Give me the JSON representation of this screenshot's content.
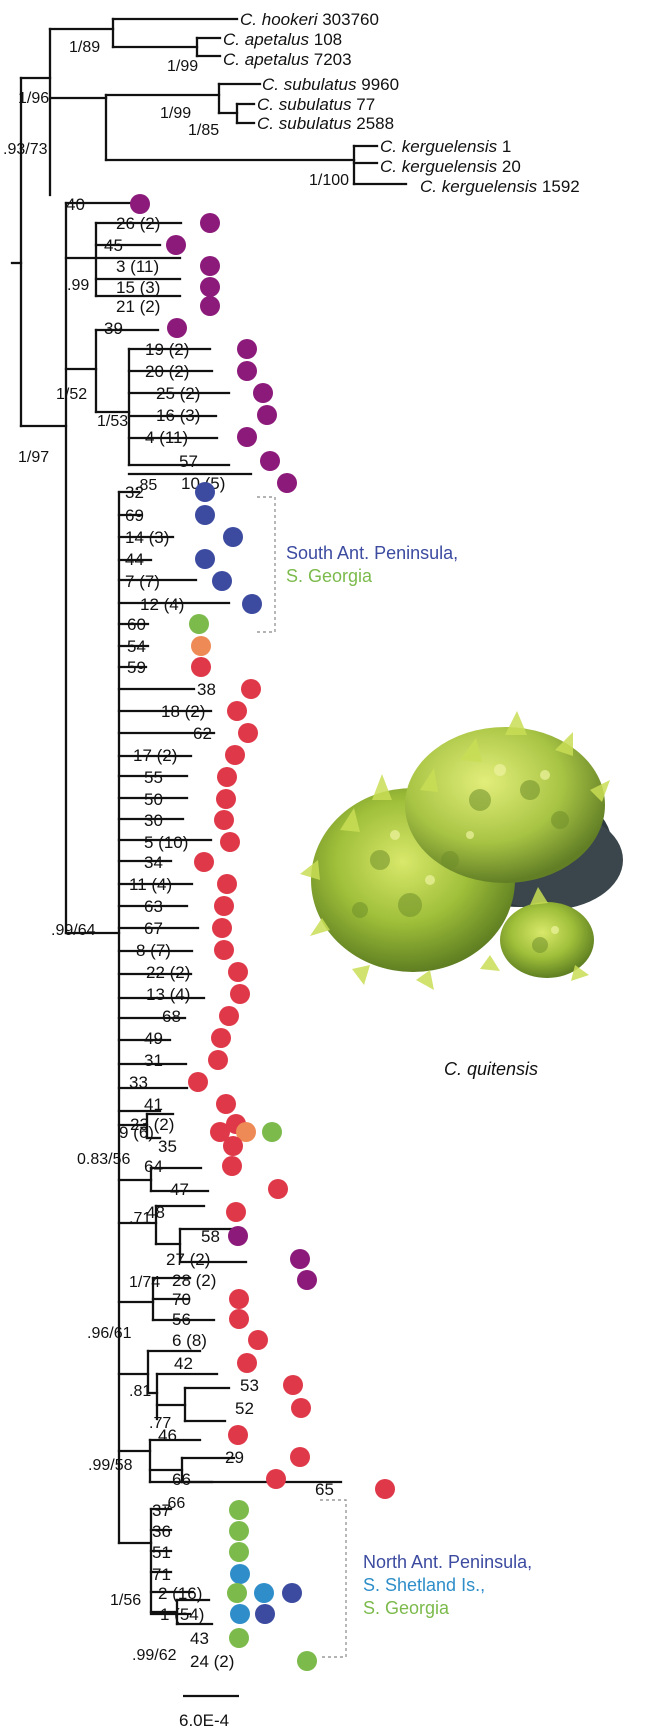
{
  "outgroup_taxa": [
    {
      "genus": "C.",
      "epithet": "hookeri",
      "id": "303760"
    },
    {
      "genus": "C.",
      "epithet": "apetalus",
      "id": "108"
    },
    {
      "genus": "C.",
      "epithet": "apetalus",
      "id": "7203"
    },
    {
      "genus": "C.",
      "epithet": "subulatus",
      "id": "9960"
    },
    {
      "genus": "C.",
      "epithet": "subulatus",
      "id": "77"
    },
    {
      "genus": "C.",
      "epithet": "subulatus",
      "id": "2588"
    },
    {
      "genus": "C.",
      "epithet": "kerguelensis",
      "id": "1"
    },
    {
      "genus": "C.",
      "epithet": "kerguelensis",
      "id": "20"
    },
    {
      "genus": "C.",
      "epithet": "kerguelensis",
      "id": "1592"
    }
  ],
  "haplotype_labels": [
    "40",
    "26 (2)",
    "45",
    "3 (11)",
    "15 (3)",
    "21 (2)",
    "39",
    "19 (2)",
    "20 (2)",
    "25 (2)",
    "16 (3)",
    "4 (11)",
    "57",
    "10 (5)",
    "32",
    "69",
    "14 (3)",
    "44",
    "7 (7)",
    "12 (4)",
    "60",
    "54",
    "59",
    "38",
    "18 (2)",
    "62",
    "17 (2)",
    "55",
    "50",
    "30",
    "5 (10)",
    "34",
    "11 (4)",
    "63",
    "67",
    "8 (7)",
    "22 (2)",
    "13 (4)",
    "68",
    "49",
    "31",
    "33",
    "41",
    "23 (2)",
    "9 (6)",
    "35",
    "64",
    "47",
    "48",
    "58",
    "27 (2)",
    "28 (2)",
    "70",
    "56",
    "6 (8)",
    "42",
    "53",
    "52",
    "46",
    "29",
    "66",
    "65",
    "37",
    "36",
    "51",
    "71",
    "2 (16)",
    "1 (54)",
    "43",
    "24 (2)"
  ],
  "support_values": [
    "1/89",
    "1/99",
    "1/96",
    "1/99",
    "1/85",
    ".93/73",
    "1/100",
    ".99",
    "1/52",
    "1/53",
    "1/97",
    ".85",
    ".99/64",
    "0.83/56",
    ".71",
    "1/74",
    ".96/61",
    ".81",
    ".77",
    ".99/58",
    ".66",
    "1/56",
    ".99/62"
  ],
  "legend": {
    "south_line1": "South Ant. Peninsula,",
    "south_line2": "S. Georgia",
    "north_line1": "North Ant. Peninsula,",
    "north_line2": "S. Shetland Is.,",
    "north_line3": "S. Georgia"
  },
  "photo_caption": "C. quitensis",
  "scale_bar_label": "6.0E-4",
  "region_colors": {
    "purple": "#8b1a7a",
    "dark_blue": "#3c4ba0",
    "green": "#7cba4c",
    "orange": "#ee8a55",
    "red": "#df3949",
    "light_blue": "#2f8ec9"
  },
  "legend_colors": {
    "south_line1": "#3c4ba0",
    "south_line2": "#7cba4c",
    "north_line1": "#3c4ba0",
    "north_line2": "#2f8ec9",
    "north_line3": "#7cba4c"
  },
  "leaf_dots": [
    [
      "purple"
    ],
    [
      "purple"
    ],
    [
      "purple"
    ],
    [
      "purple"
    ],
    [
      "purple"
    ],
    [
      "purple"
    ],
    [
      "purple"
    ],
    [
      "purple"
    ],
    [
      "purple"
    ],
    [
      "purple"
    ],
    [
      "purple"
    ],
    [
      "purple"
    ],
    [
      "purple"
    ],
    [
      "purple"
    ],
    [
      "dark_blue"
    ],
    [
      "dark_blue"
    ],
    [
      "dark_blue"
    ],
    [
      "dark_blue"
    ],
    [
      "dark_blue"
    ],
    [
      "dark_blue"
    ],
    [
      "green"
    ],
    [
      "orange"
    ],
    [
      "red"
    ],
    [
      "red"
    ],
    [
      "red"
    ],
    [
      "red"
    ],
    [
      "red"
    ],
    [
      "red"
    ],
    [
      "red"
    ],
    [
      "red"
    ],
    [
      "red"
    ],
    [
      "red"
    ],
    [
      "red"
    ],
    [
      "red"
    ],
    [
      "red"
    ],
    [
      "red"
    ],
    [
      "red"
    ],
    [
      "red"
    ],
    [
      "red"
    ],
    [
      "red"
    ],
    [
      "red"
    ],
    [
      "red"
    ],
    [
      "red"
    ],
    [
      "red"
    ],
    [
      "red",
      "orange",
      "green"
    ],
    [
      "red"
    ],
    [
      "red"
    ],
    [
      "red"
    ],
    [
      "red"
    ],
    [
      "purple"
    ],
    [
      "purple"
    ],
    [
      "purple"
    ],
    [
      "red"
    ],
    [
      "red"
    ],
    [
      "red"
    ],
    [
      "red"
    ],
    [
      "red"
    ],
    [
      "red"
    ],
    [
      "red"
    ],
    [
      "red"
    ],
    [
      "red"
    ],
    [
      "red"
    ],
    [
      "green"
    ],
    [
      "green"
    ],
    [
      "green"
    ],
    [
      "light_blue"
    ],
    [
      "green",
      "light_blue",
      "dark_blue"
    ],
    [
      "light_blue",
      "dark_blue"
    ],
    [
      "green"
    ],
    [
      "green"
    ]
  ]
}
